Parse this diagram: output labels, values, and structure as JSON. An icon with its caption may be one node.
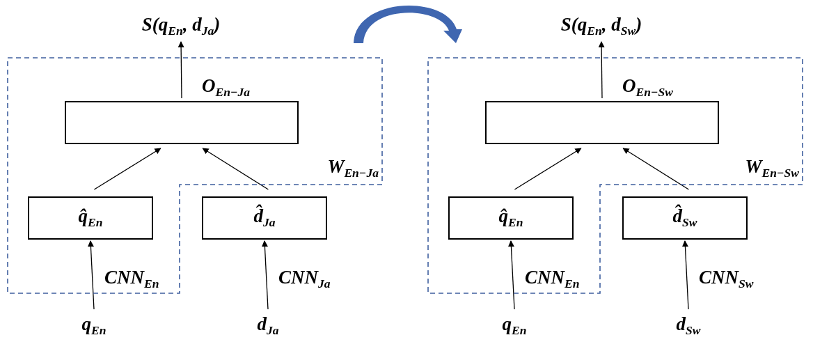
{
  "diagram": {
    "nodes": [
      {
        "text": [
          "S(q$_{En}$, d$_{Ja}$)"
        ]
      },
      {
        "text": [
          "W$_{En−Ja}$"
        ]
      },
      {
        "text": [],
        "shape": "box",
        "in": 1
      },
      {
        "text": [
          "q̂$_{En}$"
        ],
        "in": 1
      },
      {
        "text": [
          "d̂$_{Ja}$"
        ]
      },
      {
        "text": [
          "q$_{En}$"
        ]
      },
      {
        "text": [
          "d$_{Ja}$"
        ]
      },
      {
        "text": [
          "S(q$_{En}$, d$_{Sw}$)"
        ]
      },
      {
        "text": [
          "W$_{En−Sw}$"
        ]
      },
      {
        "text": [],
        "shape": "box",
        "in": 8
      },
      {
        "text": [
          "q̂$_{En}$"
        ],
        "in": 8
      },
      {
        "text": [
          "d̂$_{Sw}$"
        ]
      },
      {
        "text": [
          "q$_{En}$"
        ]
      },
      {
        "text": [
          "d$_{Sw}$"
        ]
      }
    ],
    "edges": [
      {
        "from": 2,
        "to": 0,
        "arrow": "to",
        "label": "O$_{En−Ja}$"
      },
      {
        "from": 3,
        "to": 2,
        "arrow": "to"
      },
      {
        "from": 4,
        "to": 2,
        "arrow": "to"
      },
      {
        "from": 5,
        "to": 3,
        "arrow": "to",
        "label": "CNN$_{En}$"
      },
      {
        "from": 6,
        "to": 4,
        "arrow": "to",
        "label": "CNN$_{Ja}$"
      },
      {
        "from": 9,
        "to": 7,
        "arrow": "to",
        "label": "O$_{En−Sw}$"
      },
      {
        "from": 10,
        "to": 9,
        "arrow": "to"
      },
      {
        "from": 11,
        "to": 9,
        "arrow": "to"
      },
      {
        "from": 12,
        "to": 10,
        "arrow": "to",
        "label": "CNN$_{En}$"
      },
      {
        "from": 13,
        "to": 11,
        "arrow": "to",
        "label": "CNN$_{Sw}$"
      }
    ]
  }
}
